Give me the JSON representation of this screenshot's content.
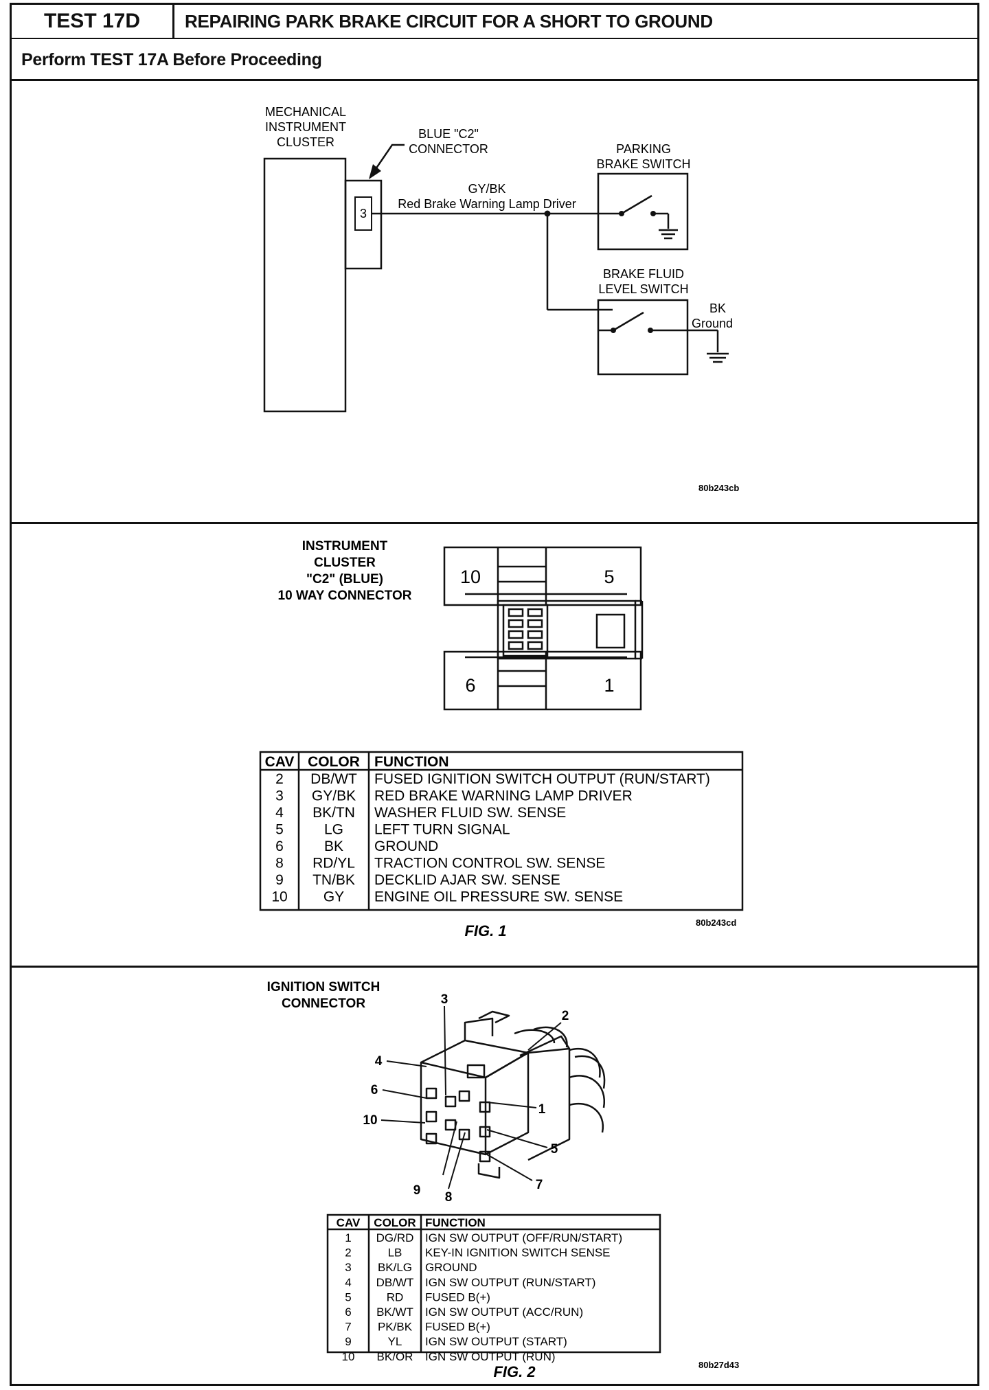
{
  "header": {
    "test_number": "TEST 17D",
    "title": "REPAIRING PARK BRAKE CIRCUIT FOR A SHORT TO GROUND",
    "subtitle": "Perform TEST 17A Before Proceeding"
  },
  "schematic": {
    "cluster_label": [
      "MECHANICAL",
      "INSTRUMENT",
      "CLUSTER"
    ],
    "connector_label": [
      "BLUE \"C2\"",
      "CONNECTOR"
    ],
    "pin": "3",
    "wire_color": "GY/BK",
    "wire_function": "Red Brake Warning Lamp Driver",
    "parking_switch_label": [
      "PARKING",
      "BRAKE SWITCH"
    ],
    "fluid_switch_label": [
      "BRAKE FLUID",
      "LEVEL SWITCH"
    ],
    "ground_label": [
      "BK",
      "Ground"
    ],
    "ref_code": "80b243cb"
  },
  "fig1": {
    "connector_title": [
      "INSTRUMENT",
      "CLUSTER",
      "\"C2\" (BLUE)",
      "10 WAY CONNECTOR"
    ],
    "cavity_labels": {
      "top_left": "10",
      "top_right": "5",
      "bottom_left": "6",
      "bottom_right": "1"
    },
    "table": {
      "headers": [
        "CAV",
        "COLOR",
        "FUNCTION"
      ],
      "rows": [
        [
          "2",
          "DB/WT",
          "FUSED IGNITION SWITCH OUTPUT (RUN/START)"
        ],
        [
          "3",
          "GY/BK",
          "RED BRAKE WARNING LAMP DRIVER"
        ],
        [
          "4",
          "BK/TN",
          "WASHER FLUID SW. SENSE"
        ],
        [
          "5",
          "LG",
          "LEFT TURN SIGNAL"
        ],
        [
          "6",
          "BK",
          "GROUND"
        ],
        [
          "8",
          "RD/YL",
          "TRACTION CONTROL SW. SENSE"
        ],
        [
          "9",
          "TN/BK",
          "DECKLID AJAR SW. SENSE"
        ],
        [
          "10",
          "GY",
          "ENGINE OIL PRESSURE SW. SENSE"
        ]
      ]
    },
    "caption": "FIG. 1",
    "ref_code": "80b243cd"
  },
  "fig2": {
    "connector_title": [
      "IGNITION SWITCH",
      "CONNECTOR"
    ],
    "callouts": [
      "1",
      "2",
      "3",
      "4",
      "5",
      "6",
      "7",
      "8",
      "9",
      "10"
    ],
    "table": {
      "headers": [
        "CAV",
        "COLOR",
        "FUNCTION"
      ],
      "rows": [
        [
          "1",
          "DG/RD",
          "IGN SW OUTPUT (OFF/RUN/START)"
        ],
        [
          "2",
          "LB",
          "KEY-IN IGNITION SWITCH SENSE"
        ],
        [
          "3",
          "BK/LG",
          "GROUND"
        ],
        [
          "4",
          "DB/WT",
          "IGN SW OUTPUT (RUN/START)"
        ],
        [
          "5",
          "RD",
          "FUSED B(+)"
        ],
        [
          "6",
          "BK/WT",
          "IGN SW OUTPUT (ACC/RUN)"
        ],
        [
          "7",
          "PK/BK",
          "FUSED B(+)"
        ],
        [
          "9",
          "YL",
          "IGN SW OUTPUT (START)"
        ],
        [
          "10",
          "BK/OR",
          "IGN SW OUTPUT (RUN)"
        ]
      ]
    },
    "caption": "FIG. 2",
    "ref_code": "80b27d43"
  }
}
